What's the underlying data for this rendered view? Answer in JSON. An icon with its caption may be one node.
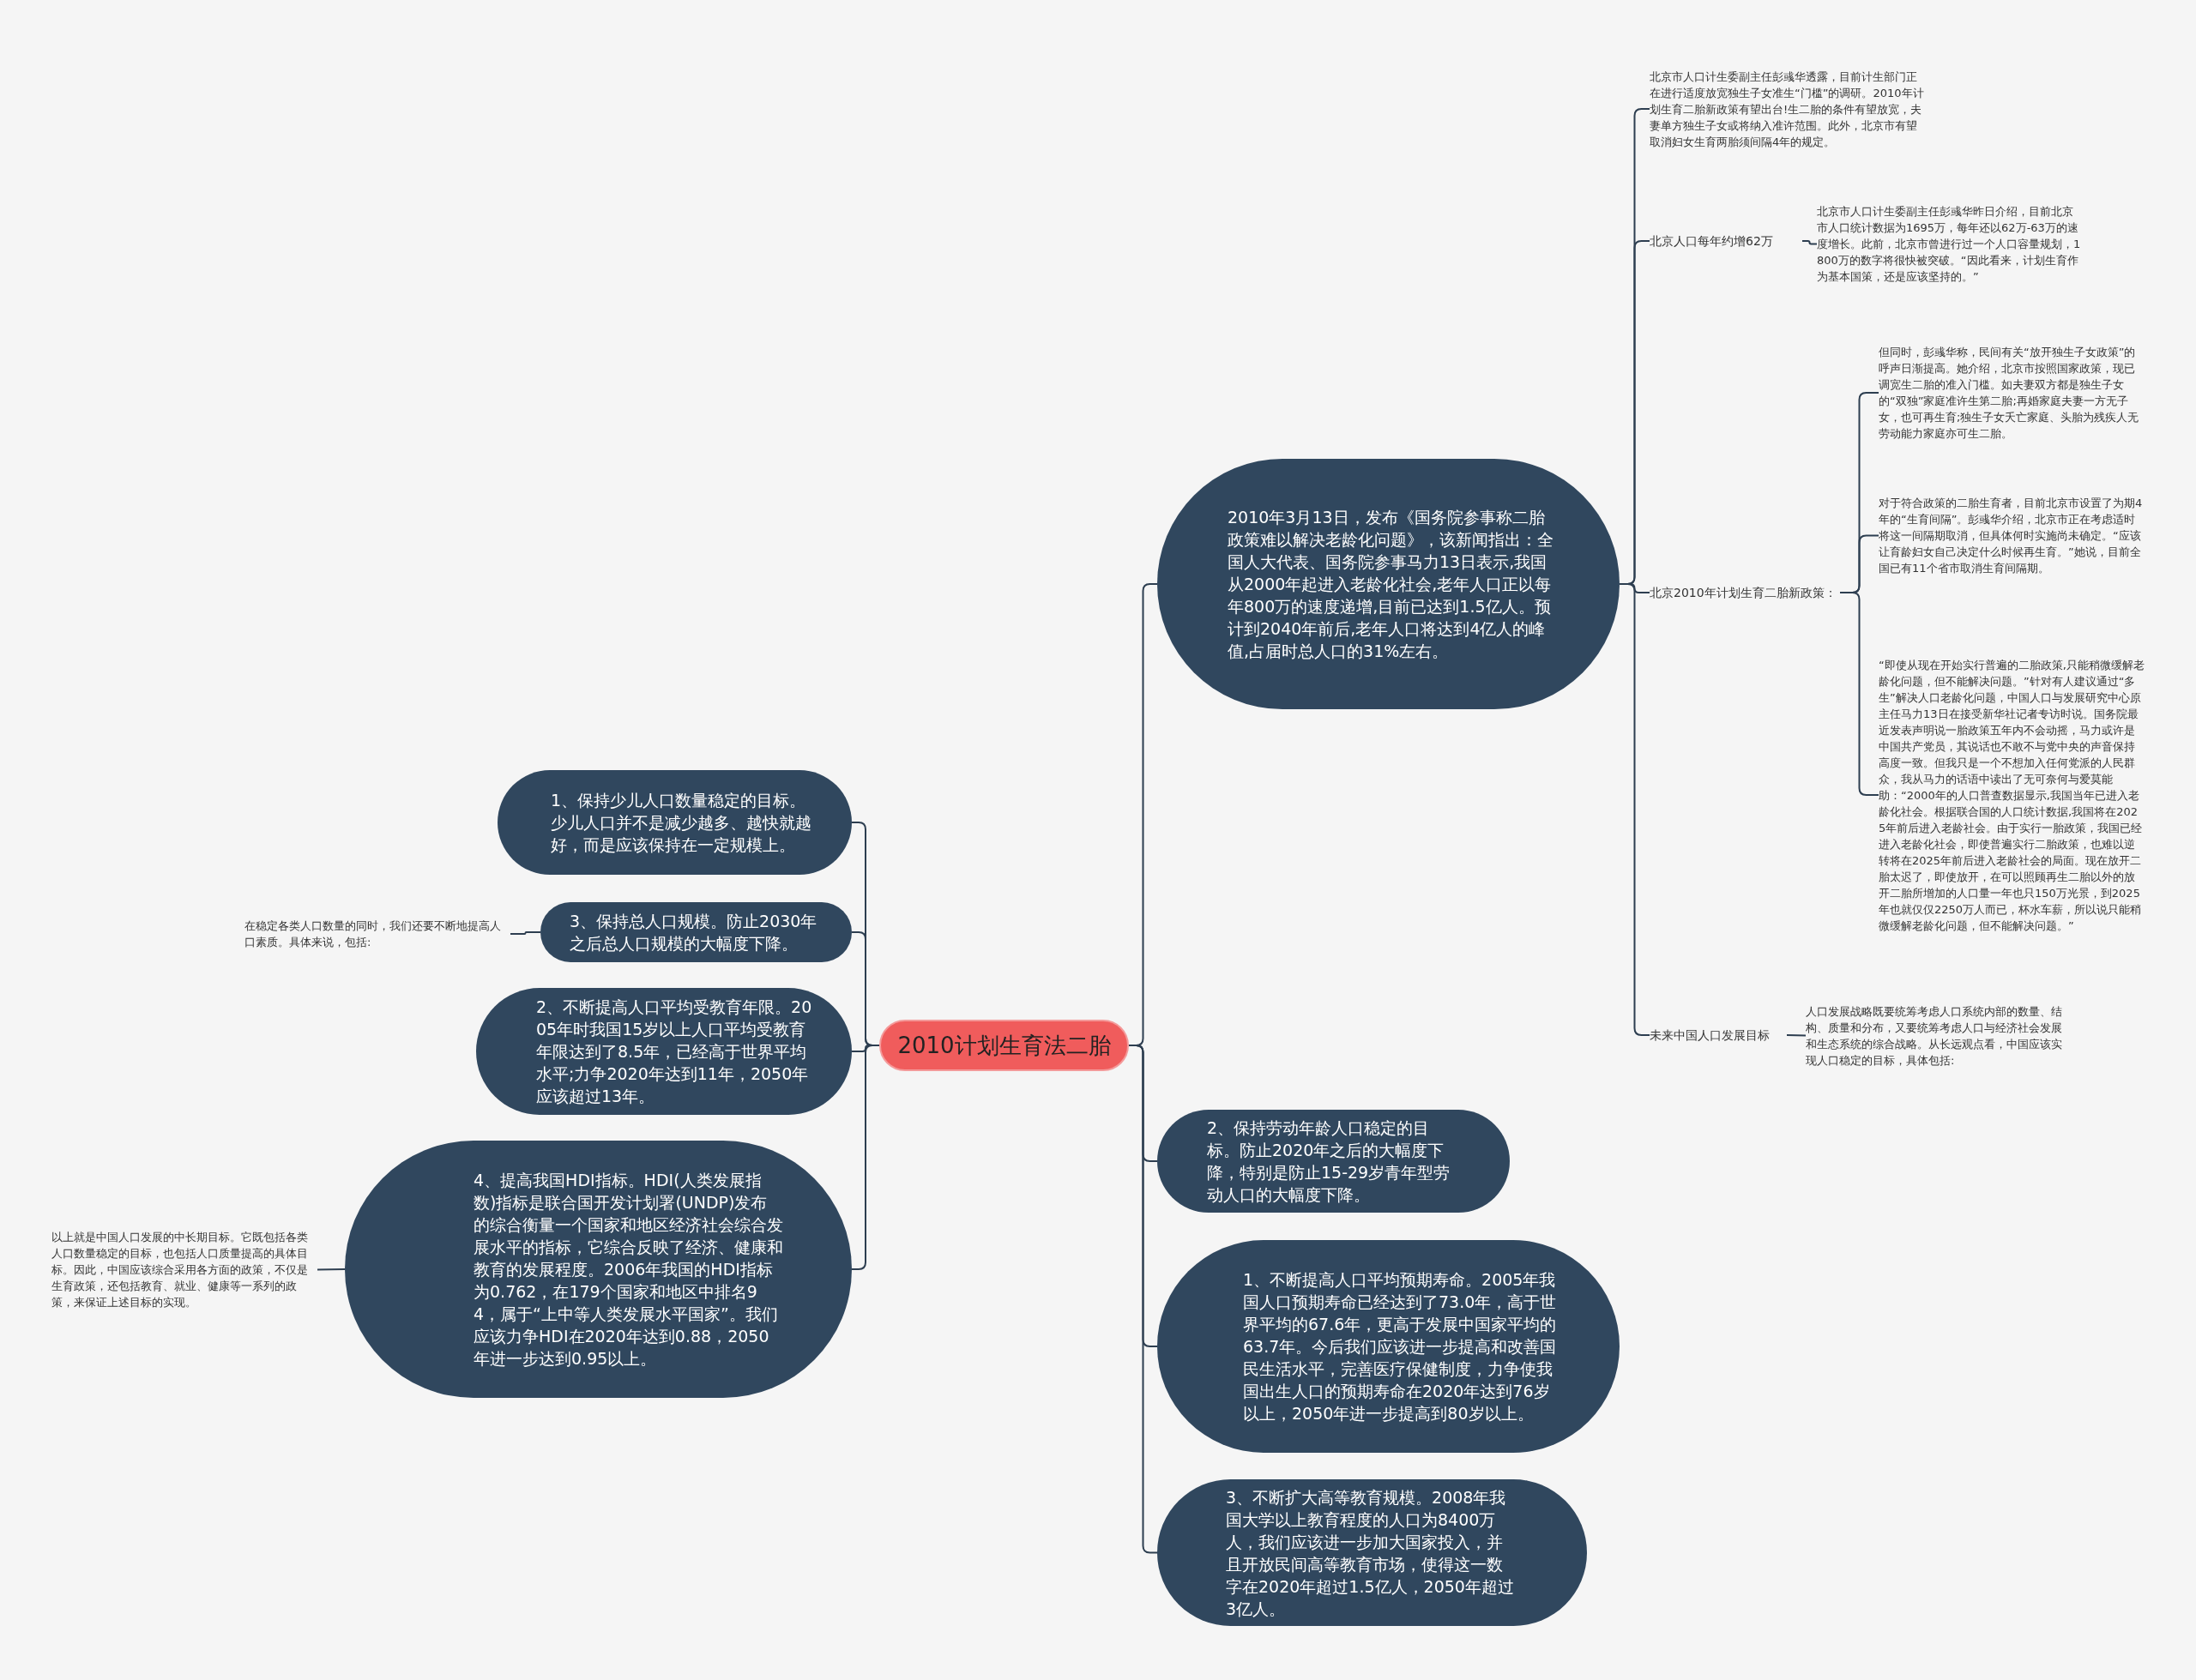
{
  "diagram": {
    "nodes": [
      {
        "text": [
          "2010计划生育法二胎"
        ]
      },
      {
        "text": [
          "2010年3月13日，发布《国务院参事称二胎政策难以解决老龄化问题》，该新闻指出：全国人大代表、国务院参事马力13日表示,我国从2000年起进入老龄化社会,老年人口正以每年800万的速度递增,目前已达到1.5亿人。预计到2040年前后,老年人口将达到4亿人的峰值,占届时总人口的31%左右。"
        ]
      },
      {
        "text": [
          "北京市人口计生委副主任彭彧华透露，目前计生部门正在进行适度放宽独生子女准生“门槛”的调研。2010年计划生育二胎新政策有望出台!生二胎的条件有望放宽，夫妻单方独生子女或将纳入准许范围。此外，北京市有望取消妇女生育两胎须间隔4年的规定。"
        ]
      },
      {
        "text": [
          "北京人口每年约增62万"
        ]
      },
      {
        "text": [
          "北京市人口计生委副主任彭彧华昨日介绍，目前北京市人口统计数据为1695万，每年还以62万-63万的速度增长。此前，北京市曾进行过一个人口容量规划，1800万的数字将很快被突破。“因此看来，计划生育作为基本国策，还是应该坚持的。”"
        ]
      },
      {
        "text": [
          "北京2010年计划生育二胎新政策："
        ]
      },
      {
        "text": [
          "但同时，彭彧华称，民间有关“放开独生子女政策”的呼声日渐提高。她介绍，北京市按照国家政策，现已调宽生二胎的准入门槛。如夫妻双方都是独生子女的“双独”家庭准许生第二胎;再婚家庭夫妻一方无子女，也可再生育;独生子女夭亡家庭、头胎为残疾人无劳动能力家庭亦可生二胎。"
        ]
      },
      {
        "text": [
          "对于符合政策的二胎生育者，目前北京市设置了为期4年的“生育间隔”。彭彧华介绍，北京市正在考虑适时将这一间隔期取消，但具体何时实施尚未确定。“应该让育龄妇女自己决定什么时候再生育。”她说，目前全国已有11个省市取消生育间隔期。"
        ]
      },
      {
        "text": [
          "“即使从现在开始实行普遍的二胎政策,只能稍微缓解老龄化问题，但不能解决问题。”针对有人建议通过“多生”解决人口老龄化问题，中国人口与发展研究中心原主任马力13日在接受新华社记者专访时说。国务院最近发表声明说一胎政策五年内不会动摇，马力或许是中国共产党员，其说话也不敢不与党中央的声音保持高度一致。但我只是一个不想加入任何党派的人民群众，我从马力的话语中读出了无可奈何与爱莫能助：“2000年的人口普查数据显示,我国当年已进入老龄化社会。根据联合国的人口统计数据,我国将在2025年前后进入老龄社会。由于实行一胎政策，我国已经进入老龄化社会，即使普遍实行二胎政策，也难以逆转将在2025年前后进入老龄社会的局面。现在放开二胎太迟了，即使放开，在可以照顾再生二胎以外的放开二胎所增加的人口量一年也只150万光景，到2025年也就仅仅2250万人而已，杯水车薪，所以说只能稍微缓解老龄化问题，但不能解决问题。”"
        ]
      },
      {
        "text": [
          "未来中国人口发展目标"
        ]
      },
      {
        "text": [
          "人口发展战略既要统筹考虑人口系统内部的数量、结构、质量和分布，又要统筹考虑人口与经济社会发展和生态系统的综合战略。从长远观点看，中国应该实现人口稳定的目标，具体包括:"
        ]
      },
      {
        "text": [
          "1、保持少儿人口数量稳定的目标。少儿人口并不是减少越多、越快就越好，而是应该保持在一定规模上。"
        ]
      },
      {
        "text": [
          "在稳定各类人口数量的同时，我们还要不断地提高人口素质。具体来说，包括:"
        ]
      },
      {
        "text": [
          "3、保持总人口规模。防止2030年之后总人口规模的大幅度下降。"
        ]
      },
      {
        "text": [
          "2、不断提高人口平均受教育年限。2005年时我国15岁以上人口平均受教育年限达到了8.5年，已经高于世界平均水平;力争2020年达到11年，2050年应该超过13年。"
        ]
      },
      {
        "text": [
          "以上就是中国人口发展的中长期目标。它既包括各类人口数量稳定的目标，也包括人口质量提高的具体目标。因此，中国应该综合采用各方面的政策，不仅是生育政策，还包括教育、就业、健康等一系列的政策，来保证上述目标的实现。"
        ]
      },
      {
        "text": [
          "4、提高我国HDI指标。HDI(人类发展指数)指标是联合国开发计划署(UNDP)发布的综合衡量一个国家和地区经济社会综合发展水平的指标，它综合反映了经济、健康和教育的发展程度。2006年我国的HDI指标为0.762，在179个国家和地区中排名94，属于“上中等人类发展水平国家”。我们应该力争HDI在2020年达到0.88，2050年进一步达到0.95以上。"
        ]
      },
      {
        "text": [
          "2、保持劳动年龄人口稳定的目标。防止2020年之后的大幅度下降，特别是防止15-29岁青年型劳动人口的大幅度下降。"
        ]
      },
      {
        "text": [
          "1、不断提高人口平均预期寿命。2005年我国人口预期寿命已经达到了73.0年，高于世界平均的67.6年，更高于发展中国家平均的63.7年。今后我们应该进一步提高和改善国民生活水平，完善医疗保健制度，力争使我国出生人口的预期寿命在2020年达到76岁以上，2050年进一步提高到80岁以上。"
        ]
      },
      {
        "text": [
          "3、不断扩大高等教育规模。2008年我国大学以上教育程度的人口为8400万人，我们应该进一步加大国家投入，并且开放民间高等教育市场，使得这一数字在2020年超过1.5亿人，2050年超过3亿人。"
        ]
      }
    ],
    "edges": [
      {
        "from": 0,
        "to": 1,
        "arrow": "none"
      },
      {
        "from": 1,
        "to": 2,
        "arrow": "none"
      },
      {
        "from": 1,
        "to": 3,
        "arrow": "none"
      },
      {
        "from": 3,
        "to": 4,
        "arrow": "none"
      },
      {
        "from": 1,
        "to": 5,
        "arrow": "none"
      },
      {
        "from": 5,
        "to": 6,
        "arrow": "none"
      },
      {
        "from": 5,
        "to": 7,
        "arrow": "none"
      },
      {
        "from": 5,
        "to": 8,
        "arrow": "none"
      },
      {
        "from": 1,
        "to": 9,
        "arrow": "none"
      },
      {
        "from": 9,
        "to": 10,
        "arrow": "none"
      },
      {
        "from": 0,
        "to": 11,
        "arrow": "none"
      },
      {
        "from": 0,
        "to": 13,
        "arrow": "none"
      },
      {
        "from": 13,
        "to": 12,
        "arrow": "none"
      },
      {
        "from": 0,
        "to": 14,
        "arrow": "none"
      },
      {
        "from": 0,
        "to": 16,
        "arrow": "none"
      },
      {
        "from": 16,
        "to": 15,
        "arrow": "none"
      },
      {
        "from": 0,
        "to": 17,
        "arrow": "none"
      },
      {
        "from": 0,
        "to": 18,
        "arrow": "none"
      },
      {
        "from": 0,
        "to": 19,
        "arrow": "none"
      }
    ]
  }
}
